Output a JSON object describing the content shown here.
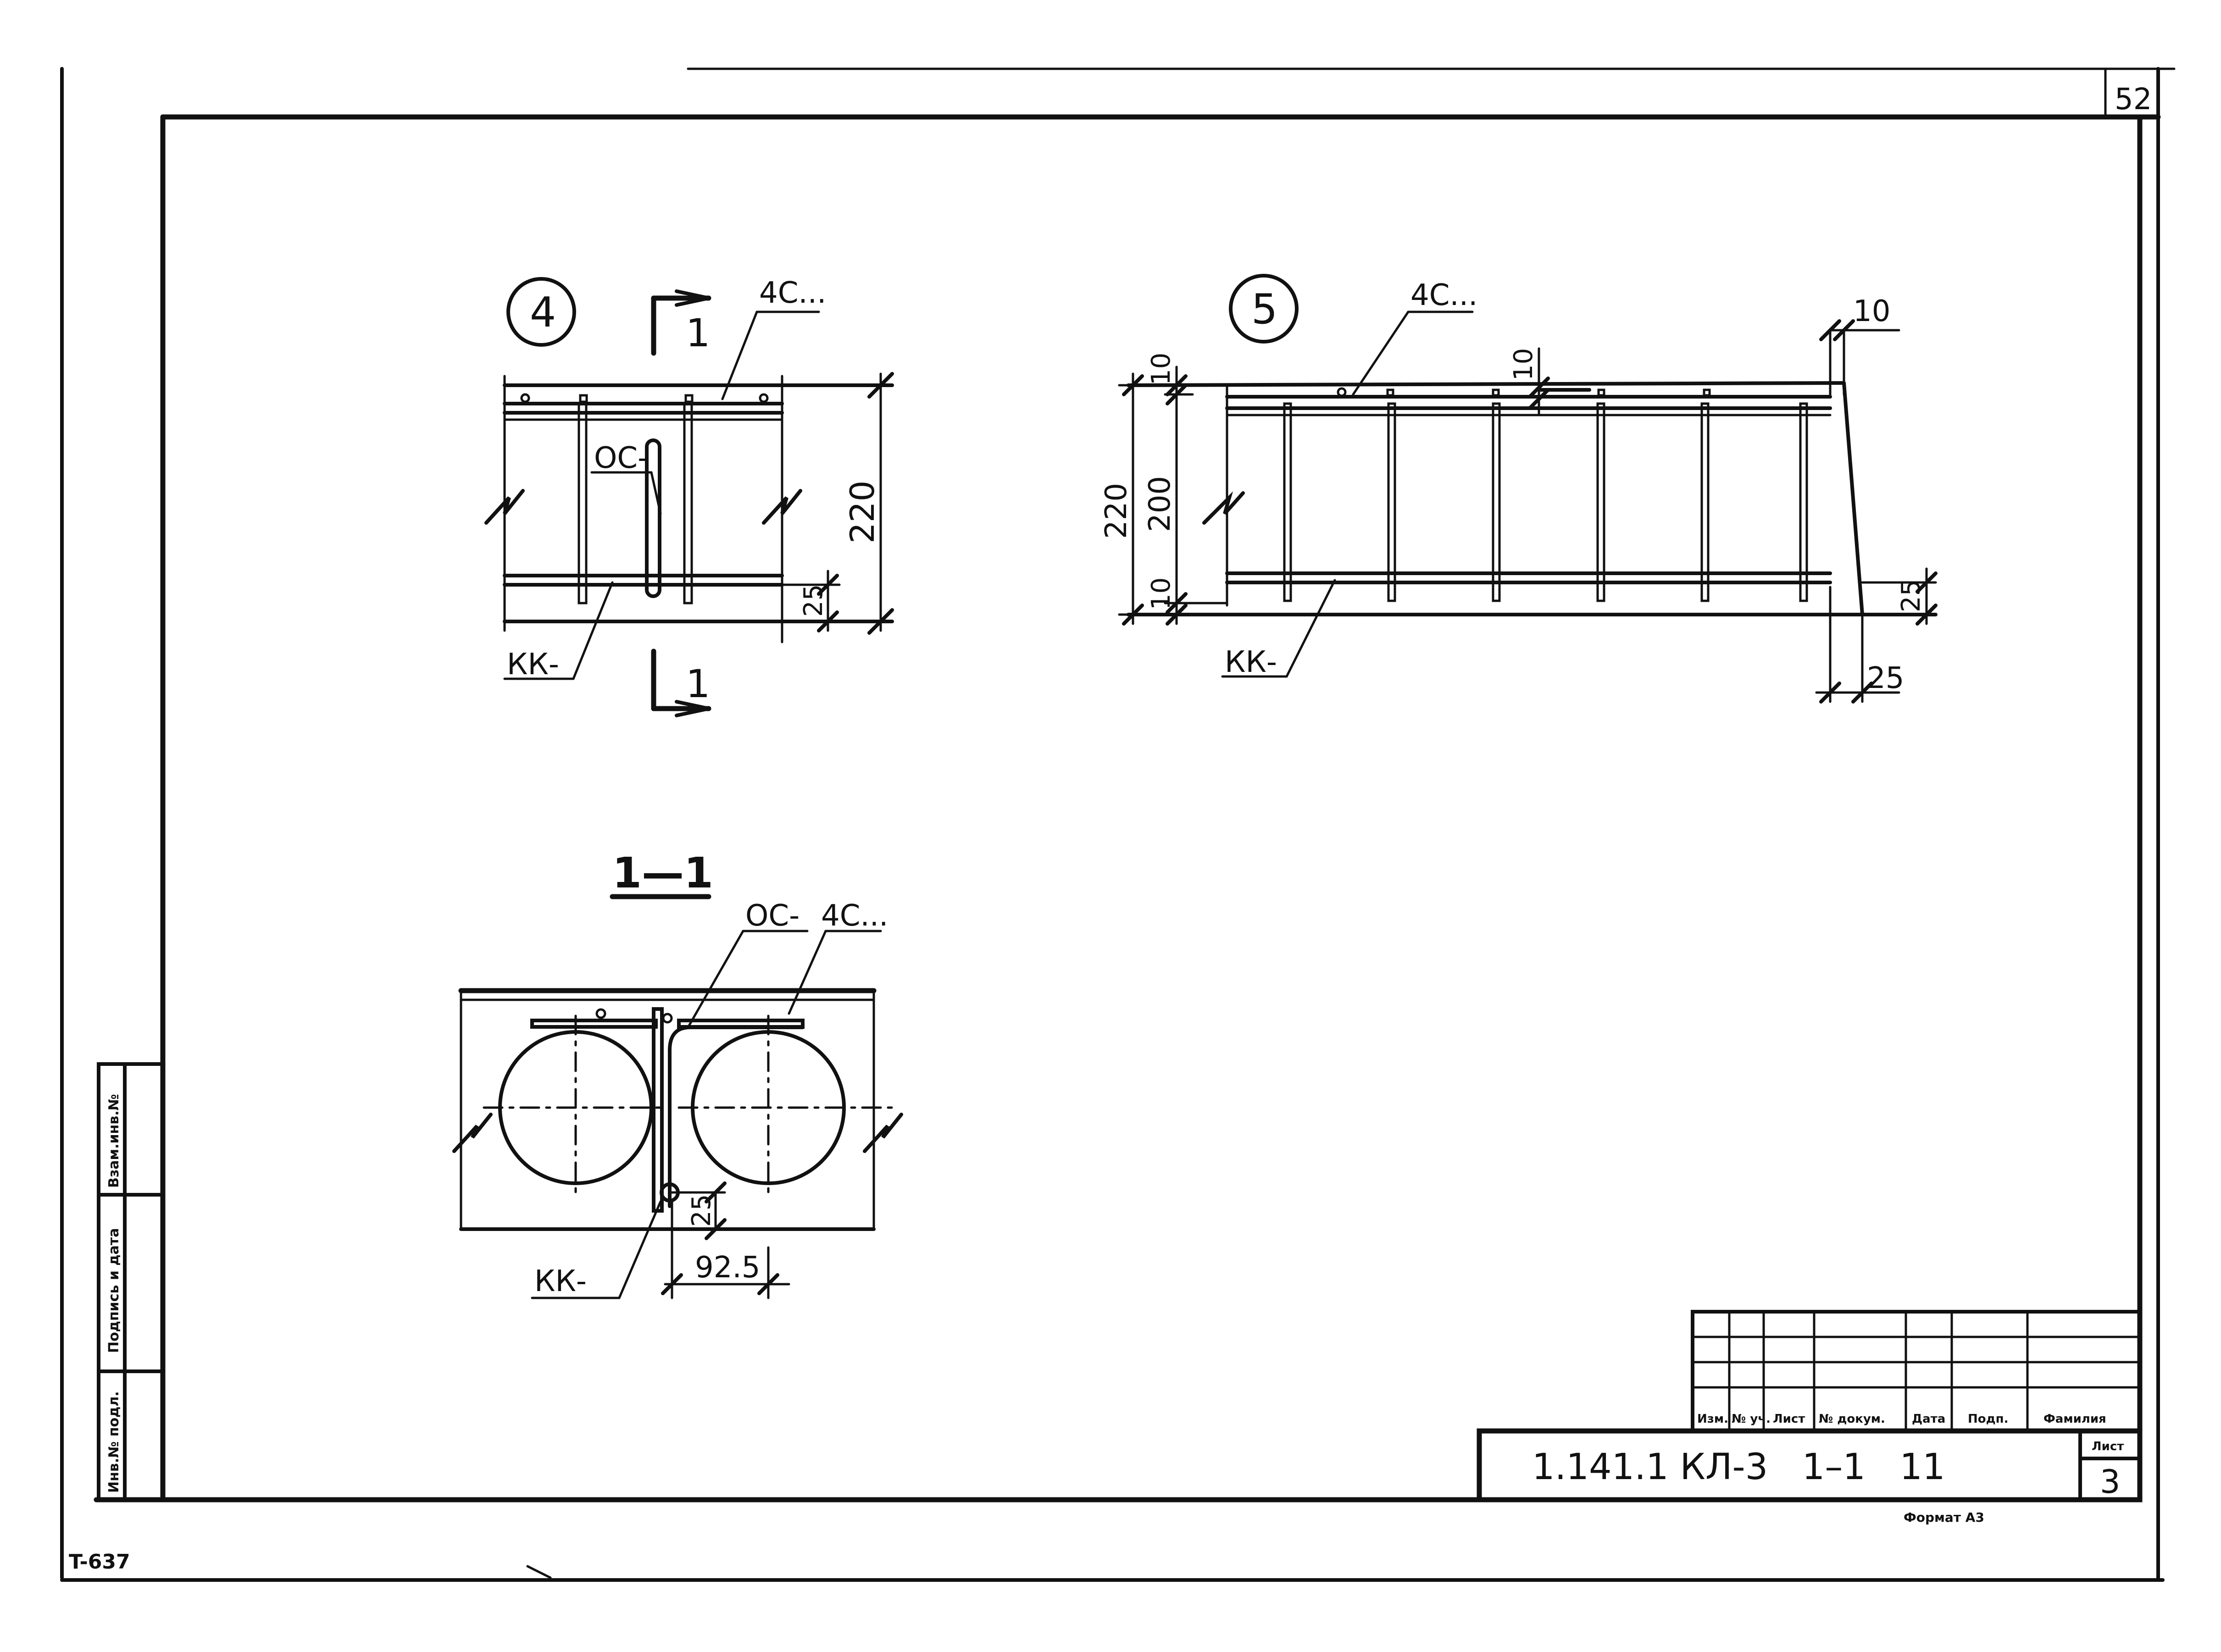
{
  "sheet": {
    "page_number": "52",
    "corner_code": "T-637",
    "format_note": "Формат А3",
    "code": "1.141.1 КЛ-3   1–1   11",
    "sheet_label": "Лист",
    "sheet_value": "3"
  },
  "side_stamp": {
    "inv_podl": "Инв.№ подл.",
    "podpis_data": "Подпись и дата",
    "vzam_inv": "Взам.инв.№"
  },
  "title_block": {
    "headers": [
      "Изм.",
      "№ уч.",
      "Лист",
      "№ докум.",
      "Дата",
      "Подп.",
      "Фамилия"
    ]
  },
  "node4": {
    "marker": "4",
    "section_mark": "1",
    "mesh_label": "4С...",
    "rod_label": "ОС-",
    "frame_label": "КК-",
    "dim_height": "220",
    "dim_cover": "25"
  },
  "node5": {
    "marker": "5",
    "mesh_label": "4С...",
    "frame_label": "КК-",
    "dim_total": "220",
    "dim_mid": "200",
    "dim_top": "10",
    "dim_bottom": "10",
    "dim_top_inner": "10",
    "dim_right_top": "10",
    "dim_right_cover": "25",
    "dim_bottom_right": "25"
  },
  "section11": {
    "title": "1—1",
    "rod_label": "ОС-",
    "mesh_label": "4С...",
    "frame_label": "КК-",
    "dim_cover": "25",
    "dim_offset": "92.5"
  }
}
